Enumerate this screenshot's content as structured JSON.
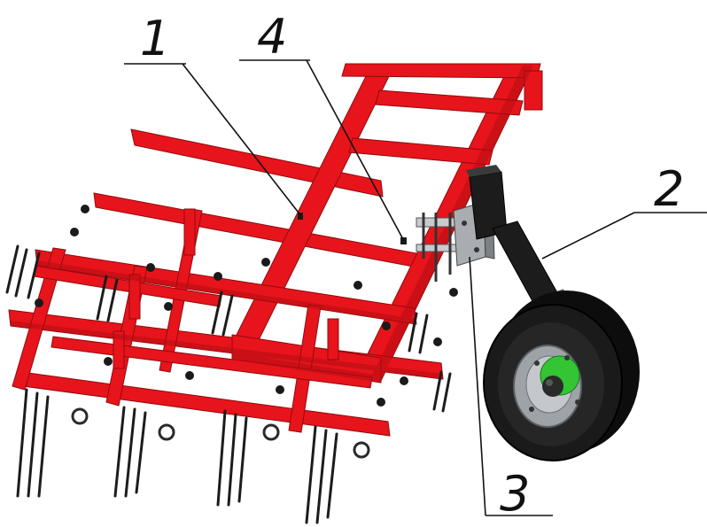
{
  "colors": {
    "frame": "#e8141b",
    "frame_dark": "#b30d12",
    "tine": "#1c1c1c",
    "wheel": "#151515",
    "rim": "#9ea3a8",
    "hub": "#33c533",
    "bracket": "#a9adb1"
  },
  "callouts": [
    {
      "number": "1",
      "part": "frame"
    },
    {
      "number": "2",
      "part": "wheel-arm"
    },
    {
      "number": "3",
      "part": "wheel-bracket"
    },
    {
      "number": "4",
      "part": "mounting-clamp"
    }
  ]
}
